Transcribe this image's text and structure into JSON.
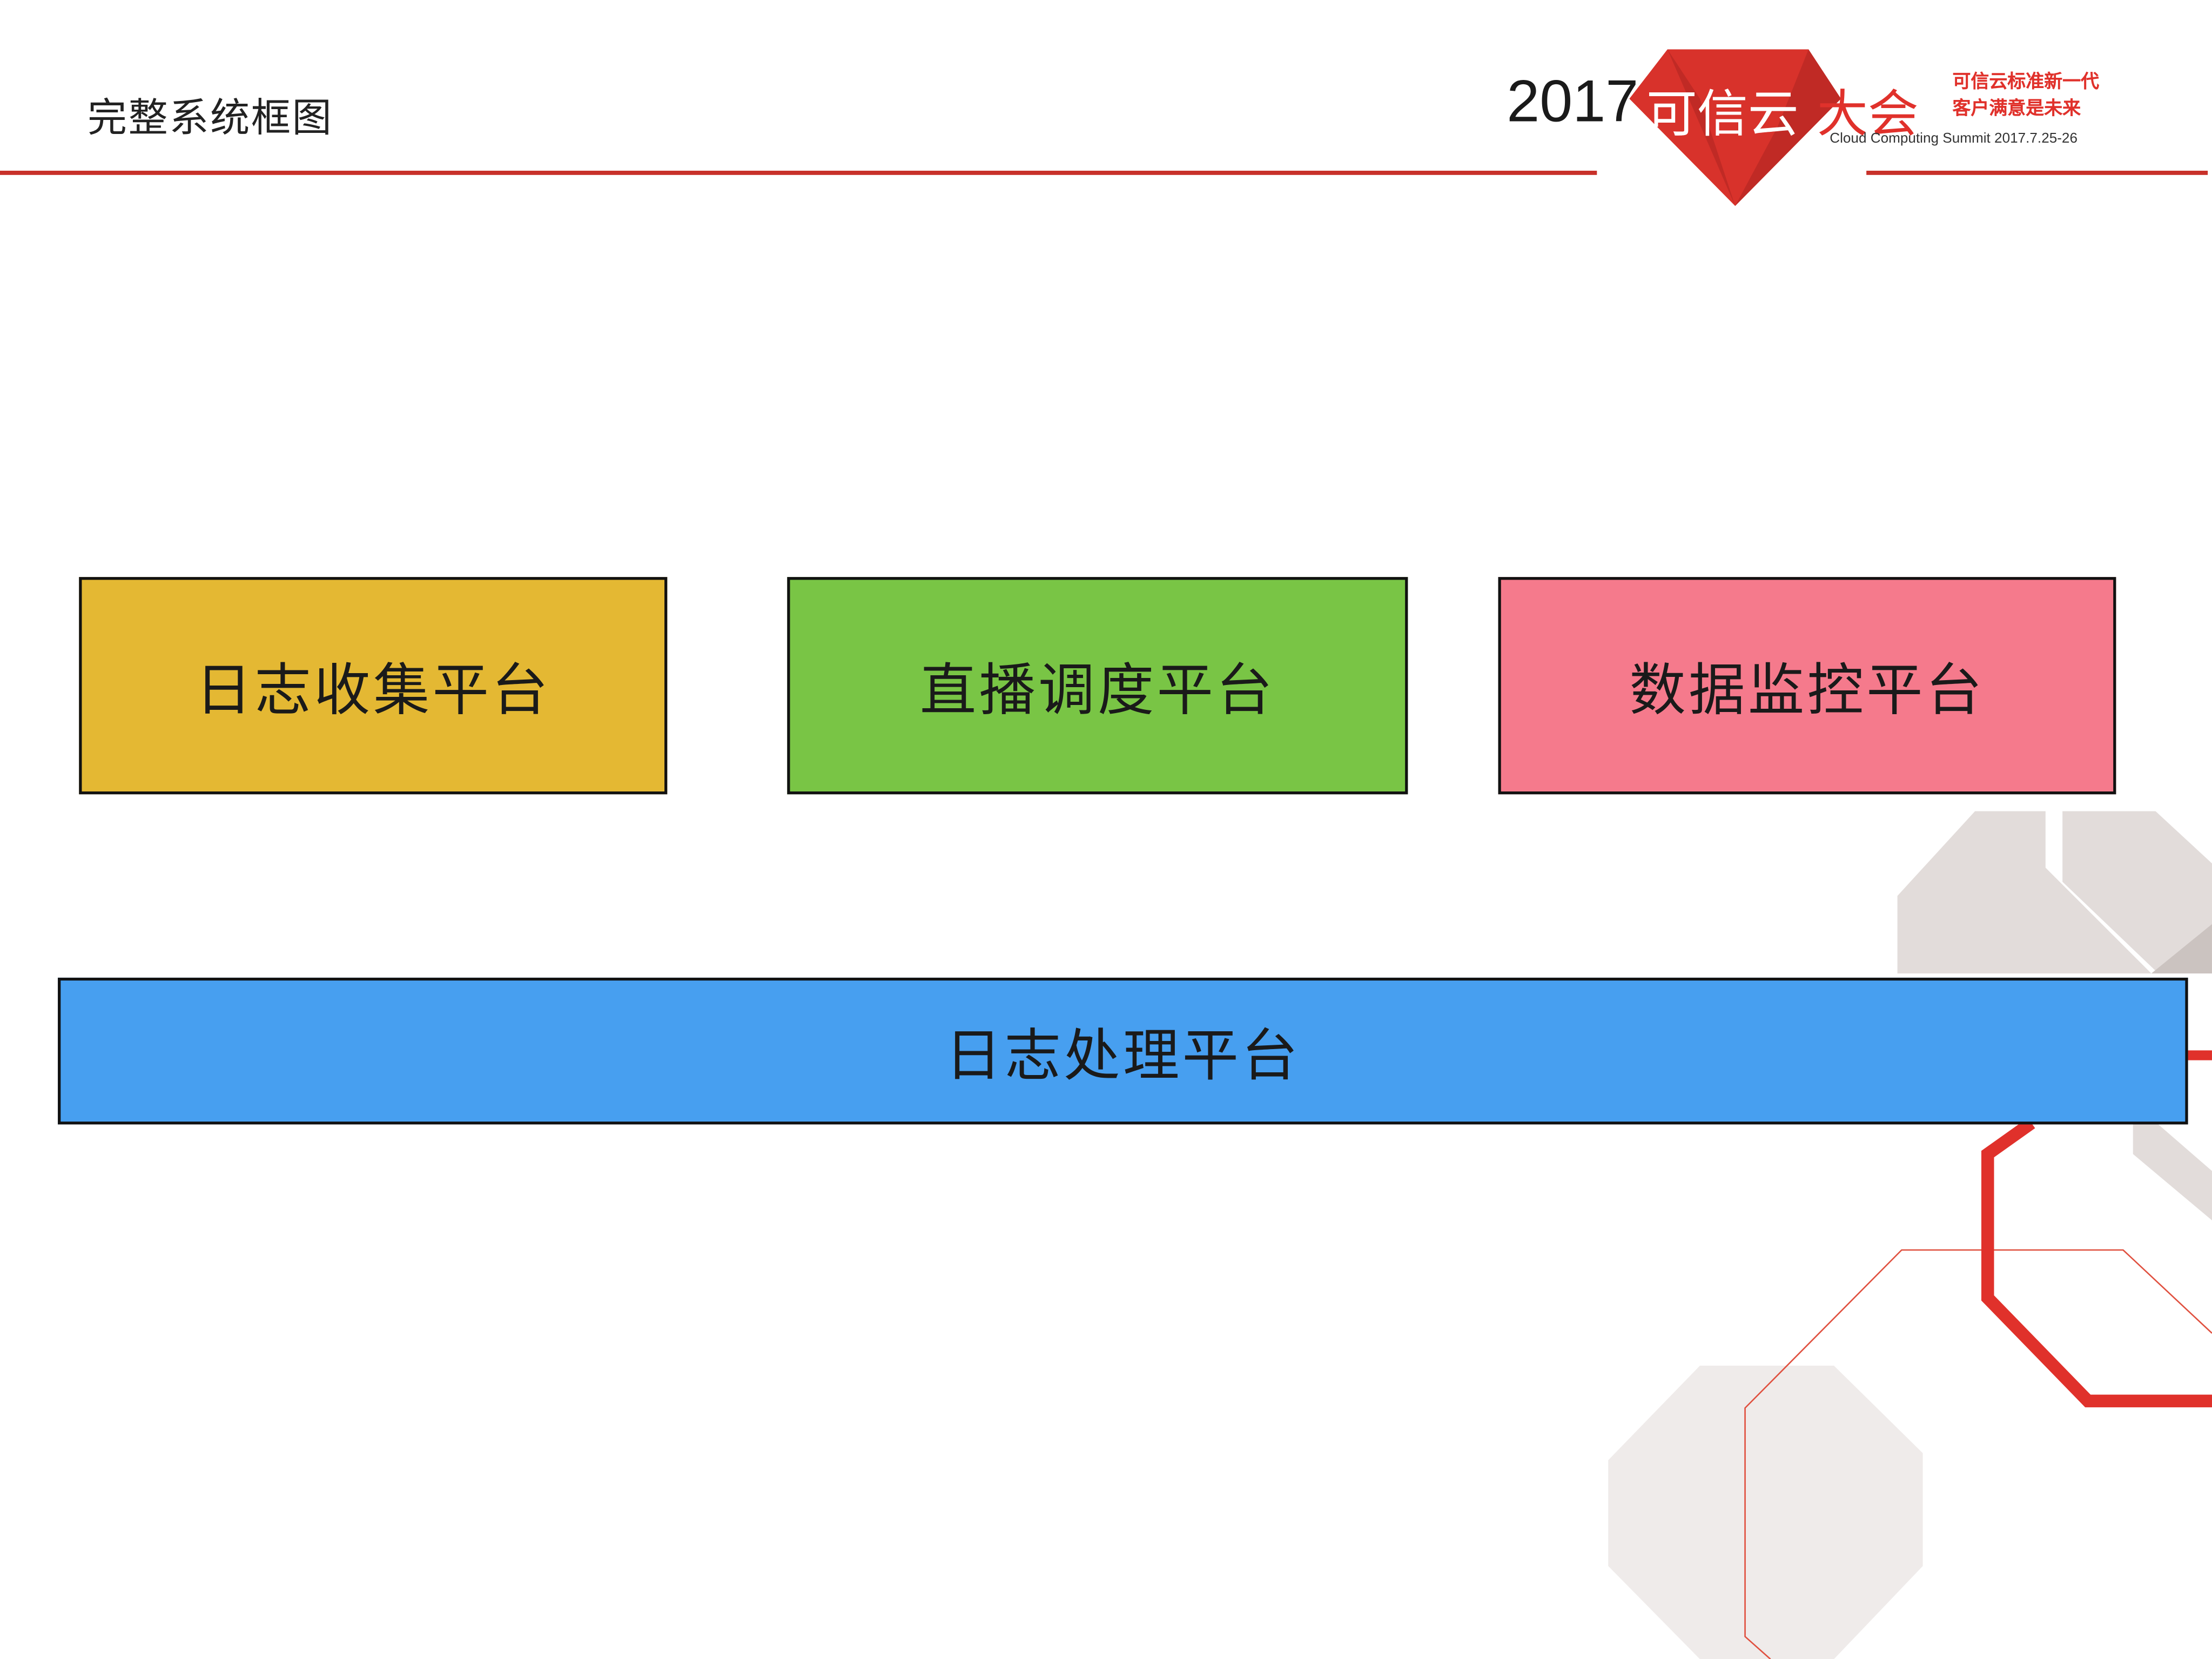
{
  "slide": {
    "title": "完整系统框图",
    "logo": {
      "year": "2017",
      "name_white": "可信云",
      "name_red": "大会",
      "tagline_1": "可信云标准新一代",
      "tagline_2": "客户满意是未来",
      "subtitle": "Cloud Computing Summit 2017.7.25-26"
    },
    "boxes": [
      {
        "label": "日志收集平台",
        "color": "#e4b833"
      },
      {
        "label": "直播调度平台",
        "color": "#79c545"
      },
      {
        "label": "数据监控平台",
        "color": "#f57a8c"
      }
    ],
    "base": {
      "label": "日志处理平台",
      "color": "#479ff0"
    },
    "colors": {
      "accent": "#c8312a",
      "decor_gray": "#e2dcda"
    }
  }
}
